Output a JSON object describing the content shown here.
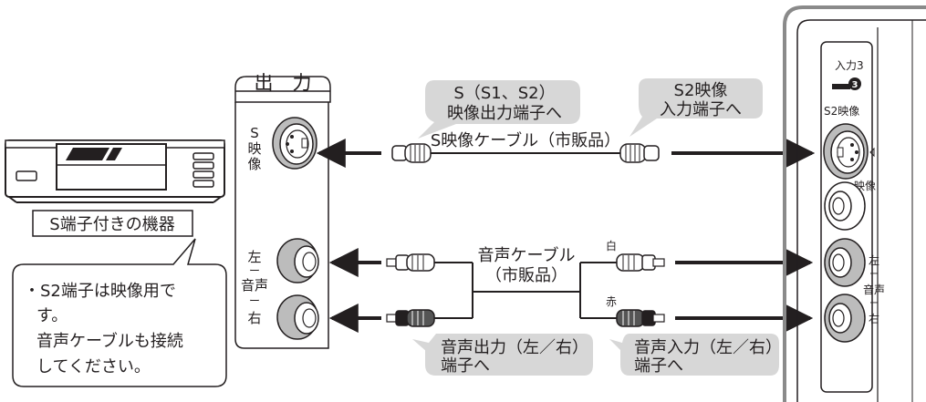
{
  "device": {
    "caption": "S端子付きの機器"
  },
  "output_panel": {
    "title": "出　力",
    "s_video_label": [
      "S",
      "映",
      "像"
    ],
    "audio_label": [
      "左",
      "ー",
      "音声",
      "ー",
      "右"
    ]
  },
  "callouts": {
    "s_output": [
      "S（S1、S2）",
      "映像出力端子へ"
    ],
    "s2_input": [
      "S2映像",
      "入力端子へ"
    ],
    "audio_output": [
      "音声出力（左／右）",
      "端子へ"
    ],
    "audio_input": [
      "音声入力（左／右）",
      "端子へ"
    ]
  },
  "cables": {
    "s_video": "S映像ケーブル（市販品）",
    "audio": [
      "音声ケーブル",
      "（市販品）"
    ],
    "white_label": "白",
    "red_label": "赤"
  },
  "note": {
    "lines": [
      "・S2端子は映像用で",
      "す。",
      "音声ケーブルも接続",
      "してください。"
    ]
  },
  "tv_panel": {
    "input_label": "入力3",
    "input_number": "3",
    "s2_label": "S2映像",
    "video_label": "映像",
    "audio_label": [
      "左",
      "ー",
      "音声",
      "ー",
      "右"
    ]
  }
}
